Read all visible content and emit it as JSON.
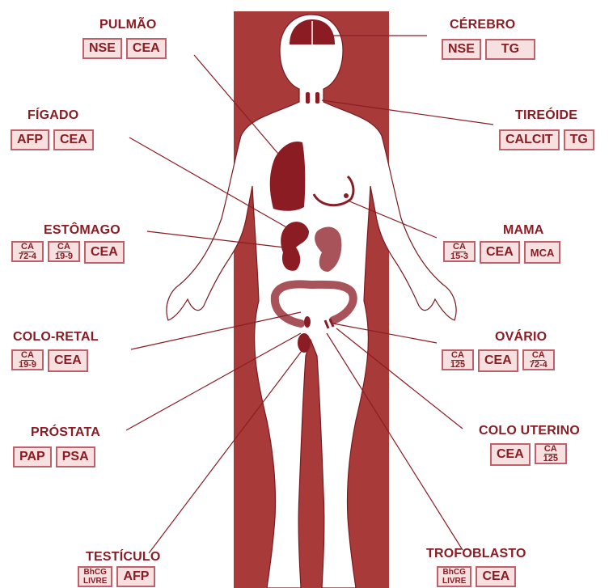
{
  "colors": {
    "accent": "#8b1c24",
    "band": "#a83a3a",
    "box_fill": "#f6e0e0",
    "box_border": "#c0606a"
  },
  "organs": {
    "pulmao": {
      "title": "PULMÃO",
      "markers": [
        {
          "text": "NSE"
        },
        {
          "text": "CEA"
        }
      ]
    },
    "cerebro": {
      "title": "CÉREBRO",
      "markers": [
        {
          "text": "NSE"
        },
        {
          "text": "TG"
        }
      ]
    },
    "figado": {
      "title": "FÍGADO",
      "markers": [
        {
          "text": "AFP"
        },
        {
          "text": "CEA"
        }
      ]
    },
    "tireoide": {
      "title": "TIREÓIDE",
      "markers": [
        {
          "text": "CALCIT"
        },
        {
          "text": "TG"
        }
      ]
    },
    "estomago": {
      "title": "ESTÔMAGO",
      "markers": [
        {
          "top": "CA",
          "bottom": "72-4"
        },
        {
          "top": "CA",
          "bottom": "19-9"
        },
        {
          "text": "CEA"
        }
      ]
    },
    "mama": {
      "title": "MAMA",
      "markers": [
        {
          "top": "CA",
          "bottom": "15-3"
        },
        {
          "text": "CEA"
        },
        {
          "text": "MCA"
        }
      ]
    },
    "colo_retal": {
      "title": "COLO-RETAL",
      "markers": [
        {
          "top": "CA",
          "bottom": "19-9"
        },
        {
          "text": "CEA"
        }
      ]
    },
    "ovario": {
      "title": "OVÁRIO",
      "markers": [
        {
          "top": "CA",
          "bottom": "125"
        },
        {
          "text": "CEA"
        },
        {
          "top": "CA",
          "bottom": "72-4"
        }
      ]
    },
    "prostata": {
      "title": "PRÓSTATA",
      "markers": [
        {
          "text": "PAP"
        },
        {
          "text": "PSA"
        }
      ]
    },
    "colo_uterino": {
      "title": "COLO UTERINO",
      "markers": [
        {
          "text": "CEA"
        },
        {
          "top": "CA",
          "bottom": "125"
        }
      ]
    },
    "testiculo": {
      "title": "TESTÍCULO",
      "markers": [
        {
          "top": "BhCG",
          "bottom": "LIVRE"
        },
        {
          "text": "AFP"
        }
      ]
    },
    "trofoblasto": {
      "title": "TROFOBLASTO",
      "markers": [
        {
          "top": "BhCG",
          "bottom": "LIVRE"
        },
        {
          "text": "CEA"
        }
      ]
    }
  }
}
